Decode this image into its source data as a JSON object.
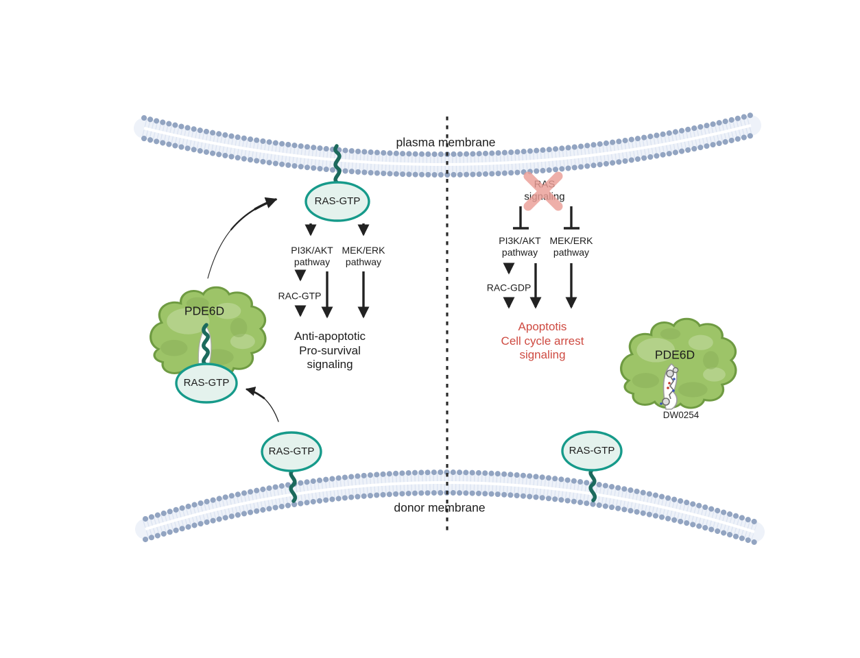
{
  "membranes": {
    "plasma_label": "plasma membrane",
    "donor_label": "donor membrane"
  },
  "left_side": {
    "ras_gtp_plasma": "RAS-GTP",
    "pi3k_pathway": "PI3K/AKT\npathway",
    "mek_pathway": "MEK/ERK\npathway",
    "rac_gtp": "RAC-GTP",
    "outcome": "Anti-apoptotic\nPro-survival\nsignaling",
    "pde6d": "PDE6D",
    "ras_gtp_chaperone": "RAS-GTP",
    "ras_gtp_donor": "RAS-GTP"
  },
  "right_side": {
    "ras_signaling": "RAS\nsignaling",
    "pi3k_pathway": "PI3K/AKT\npathway",
    "mek_pathway": "MEK/ERK\npathway",
    "rac_gdp": "RAC-GDP",
    "outcome": "Apoptotis\nCell cycle arrest\nsignaling",
    "pde6d": "PDE6D",
    "inhibitor": "DW0254",
    "ras_gtp_donor": "RAS-GTP"
  },
  "colors": {
    "membrane_head_dots": "#92a4c1",
    "membrane_tail_band": "#eef2f9",
    "teal_outline": "#169a8a",
    "ras_ellipse_fill": "#e4f2ed",
    "farnesyl_tail": "#1c6a5d",
    "pde6d_fill": "#9dc468",
    "pde6d_outline": "#6f9b42",
    "inhibition_x": "#eb9e97",
    "outcome_red": "#ce4a41",
    "arrow_black": "#222222"
  }
}
